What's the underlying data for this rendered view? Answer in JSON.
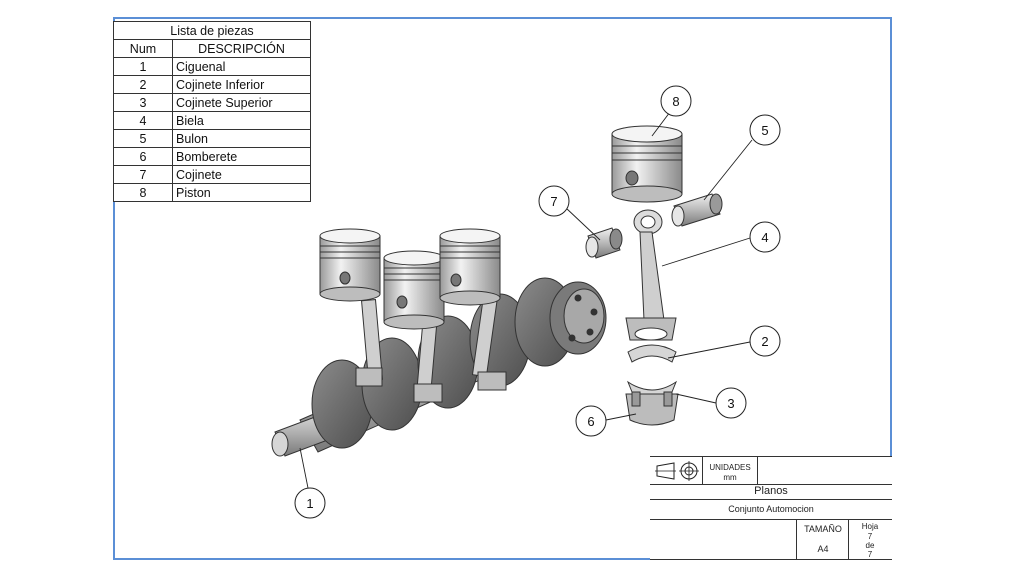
{
  "parts_table": {
    "caption": "Lista de piezas",
    "headers": {
      "num": "Num",
      "description": "DESCRIPCIÓN"
    },
    "rows": [
      {
        "num": "1",
        "description": "Ciguenal"
      },
      {
        "num": "2",
        "description": "Cojinete Inferior"
      },
      {
        "num": "3",
        "description": "Cojinete Superior"
      },
      {
        "num": "4",
        "description": "Biela"
      },
      {
        "num": "5",
        "description": "Bulon"
      },
      {
        "num": "6",
        "description": "Bomberete"
      },
      {
        "num": "7",
        "description": "Cojinete"
      },
      {
        "num": "8",
        "description": "Piston"
      }
    ]
  },
  "callouts": [
    "1",
    "2",
    "3",
    "4",
    "5",
    "6",
    "7",
    "8"
  ],
  "title_block": {
    "units_label": "UNIDADES",
    "units_value": "mm",
    "title": "Planos",
    "subtitle": "Conjunto Automocion",
    "size_label": "TAMAÑO",
    "size_value": "A4",
    "sheet_label": "Hoja",
    "sheet_number": "7",
    "sheet_of": "de",
    "sheet_total": "7"
  },
  "colors": {
    "frame": "#5b8fd6",
    "line": "#333333",
    "metal_dark": "#6a6a6a",
    "metal_light": "#d9d9d9"
  }
}
